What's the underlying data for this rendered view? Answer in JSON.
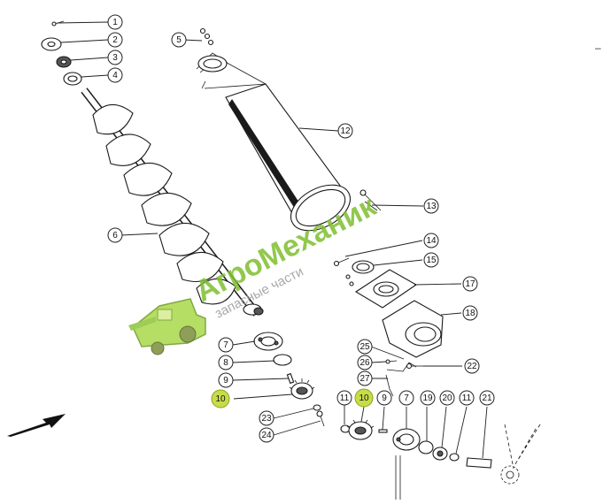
{
  "watermark": {
    "brand": "АгроМеханик",
    "tagline": "запасные части",
    "brand_color": "#7ebf2e",
    "tagline_color": "#9a9a9a"
  },
  "edge_mark": "–",
  "callouts": [
    {
      "num": "1",
      "highlight": false
    },
    {
      "num": "2",
      "highlight": false
    },
    {
      "num": "3",
      "highlight": false
    },
    {
      "num": "4",
      "highlight": false
    },
    {
      "num": "5",
      "highlight": false
    },
    {
      "num": "6",
      "highlight": false
    },
    {
      "num": "7",
      "highlight": false
    },
    {
      "num": "8",
      "highlight": false
    },
    {
      "num": "9",
      "highlight": false
    },
    {
      "num": "10",
      "highlight": true
    },
    {
      "num": "11",
      "highlight": false
    },
    {
      "num": "12",
      "highlight": false
    },
    {
      "num": "13",
      "highlight": false
    },
    {
      "num": "14",
      "highlight": false
    },
    {
      "num": "15",
      "highlight": false
    },
    {
      "num": "17",
      "highlight": false
    },
    {
      "num": "18",
      "highlight": false
    },
    {
      "num": "19",
      "highlight": false
    },
    {
      "num": "20",
      "highlight": false
    },
    {
      "num": "21",
      "highlight": false
    },
    {
      "num": "22",
      "highlight": false
    },
    {
      "num": "23",
      "highlight": false
    },
    {
      "num": "24",
      "highlight": false
    },
    {
      "num": "25",
      "highlight": false
    },
    {
      "num": "26",
      "highlight": false
    },
    {
      "num": "27",
      "highlight": false
    },
    {
      "num": "10",
      "highlight": true
    },
    {
      "num": "9",
      "highlight": false
    },
    {
      "num": "7",
      "highlight": false
    },
    {
      "num": "11",
      "highlight": false
    }
  ]
}
